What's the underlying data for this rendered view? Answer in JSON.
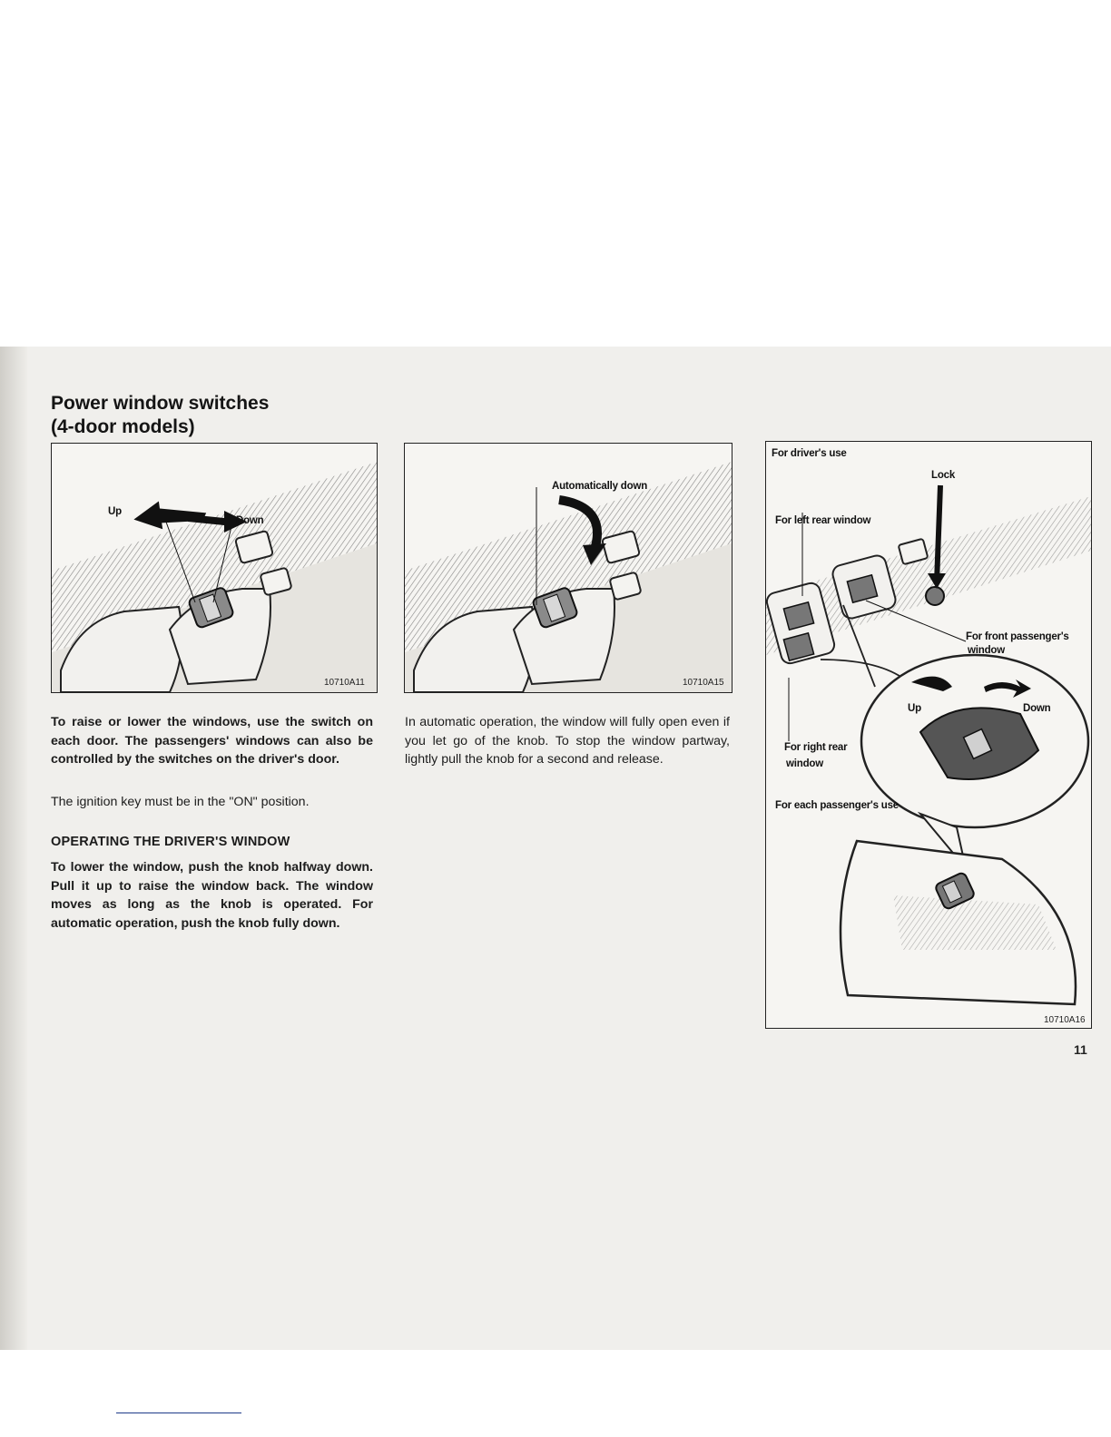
{
  "page": {
    "title_line1": "Power window switches",
    "title_line2": "(4-door models)",
    "page_number": "11"
  },
  "figure1": {
    "label_up": "Up",
    "label_down": "Down",
    "code": "10710A11"
  },
  "figure2": {
    "label_auto_down": "Automatically down",
    "code": "10710A15"
  },
  "figure3": {
    "label_drivers_use": "For driver's use",
    "label_lock": "Lock",
    "label_left_rear": "For left rear window",
    "label_front_passenger_1": "For front passenger's",
    "label_front_passenger_2": "window",
    "label_up": "Up",
    "label_down": "Down",
    "label_right_rear_1": "For right rear",
    "label_right_rear_2": "window",
    "label_each_passenger": "For each passenger's use",
    "code": "10710A16"
  },
  "column1": {
    "para1": "To raise or lower the windows, use the switch on each door. The passengers' windows can also be controlled by the switches on the driver's door.",
    "para2": "The ignition key must be in the \"ON\" position.",
    "heading": "OPERATING THE DRIVER'S WINDOW",
    "para3": "To lower the window, push the knob halfway down. Pull it up to raise the window back. The window moves as long as the knob is operated. For automatic operation, push the knob fully down."
  },
  "column2": {
    "para1": "In automatic operation, the window will fully open even if you let go of the knob. To stop the window partway, lightly pull the knob for a second and release."
  }
}
